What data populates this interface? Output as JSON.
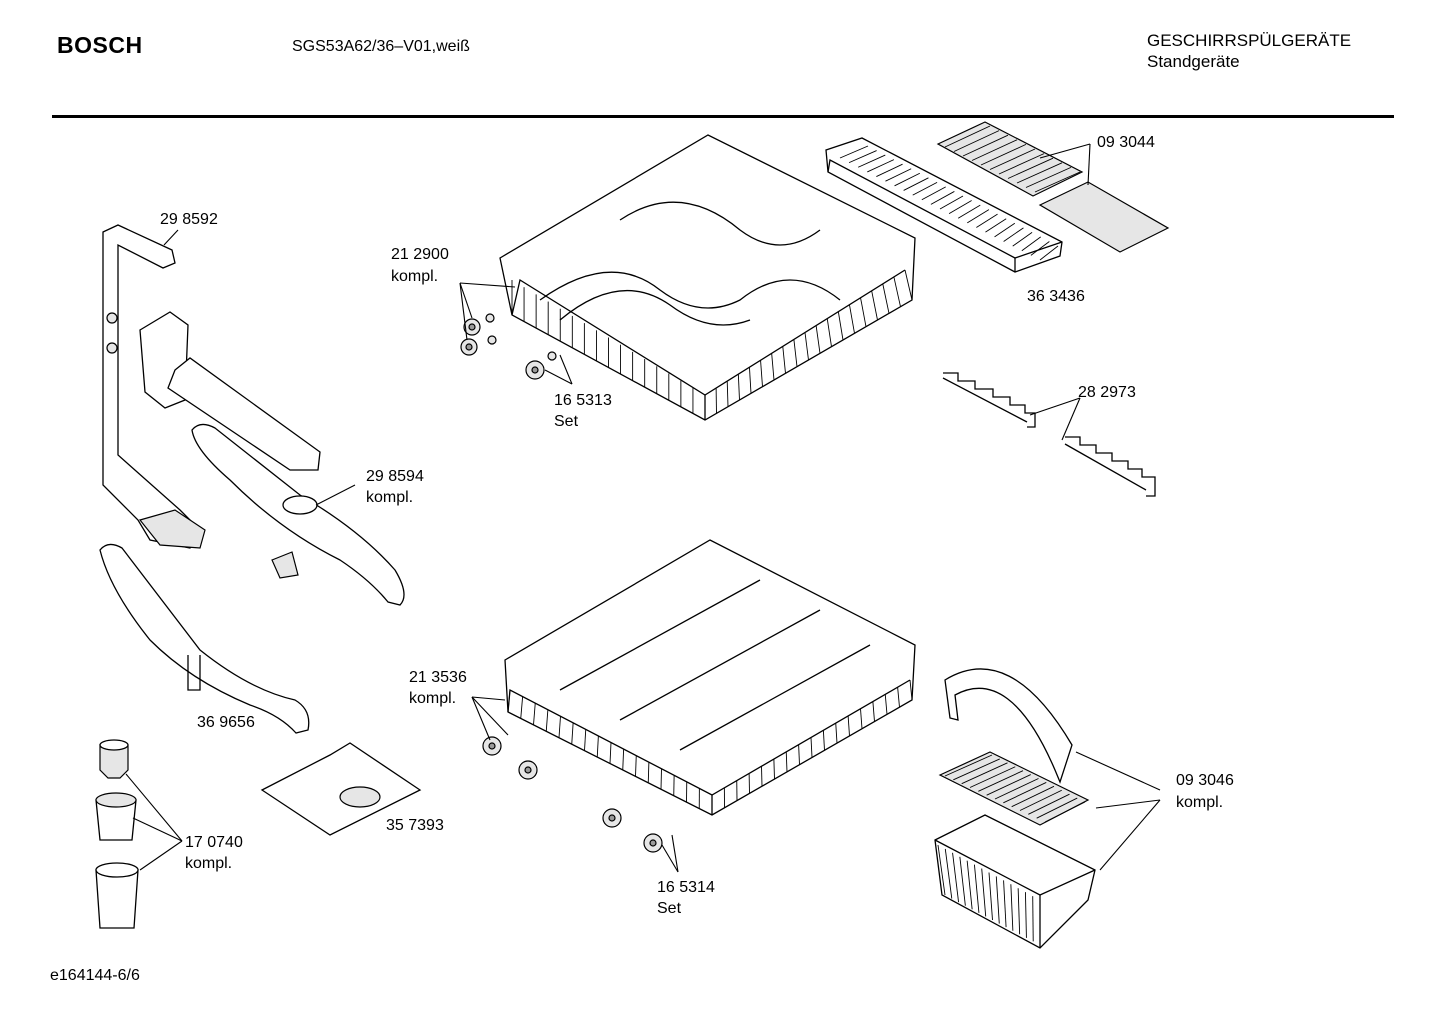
{
  "header": {
    "brand": "BOSCH",
    "model": "SGS53A62/36–V01,weiß",
    "category_line1": "GESCHIRRSPÜLGERÄTE",
    "category_line2": "Standgeräte"
  },
  "footer": {
    "doc_id": "e164144-6/6"
  },
  "parts": [
    {
      "number": "29 8592",
      "note": ""
    },
    {
      "number": "21 2900",
      "note": "kompl."
    },
    {
      "number": "16 5313",
      "note": "Set"
    },
    {
      "number": "09 3044",
      "note": ""
    },
    {
      "number": "36 3436",
      "note": ""
    },
    {
      "number": "28 2973",
      "note": ""
    },
    {
      "number": "29 8594",
      "note": "kompl."
    },
    {
      "number": "36 9656",
      "note": ""
    },
    {
      "number": "21 3536",
      "note": "kompl."
    },
    {
      "number": "17 0740",
      "note": "kompl."
    },
    {
      "number": "35 7393",
      "note": ""
    },
    {
      "number": "16 5314",
      "note": "Set"
    },
    {
      "number": "09 3046",
      "note": "kompl."
    }
  ]
}
